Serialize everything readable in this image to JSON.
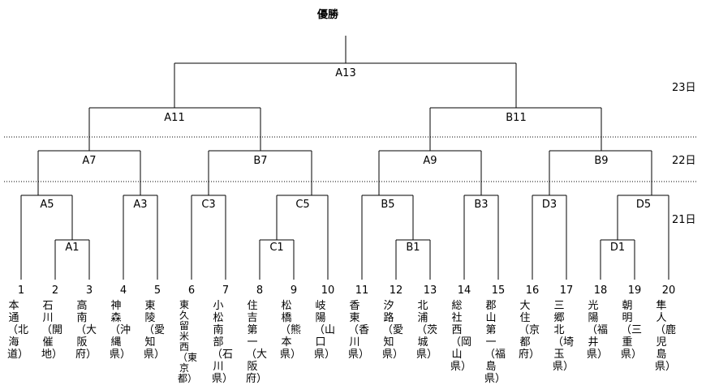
{
  "title": "優勝",
  "days": [
    "23日",
    "22日",
    "21日"
  ],
  "matches": {
    "final": "A13",
    "semi_left": "A11",
    "semi_right": "B11",
    "qf": [
      "A7",
      "B7",
      "A9",
      "B9"
    ],
    "r2": [
      "A5",
      "A3",
      "C3",
      "C5",
      "B5",
      "B3",
      "D3",
      "D5"
    ],
    "r1": [
      "A1",
      "C1",
      "B1",
      "D1"
    ]
  },
  "teams": [
    {
      "no": "1",
      "name": "本通（北海道）"
    },
    {
      "no": "2",
      "name": "石川（開催地）"
    },
    {
      "no": "3",
      "name": "高南（大阪府）"
    },
    {
      "no": "4",
      "name": "神森（沖縄県）"
    },
    {
      "no": "5",
      "name": "東陵（愛知県）"
    },
    {
      "no": "6",
      "name": "東久留米西（東京都）"
    },
    {
      "no": "7",
      "name": "小松南部（石川県）"
    },
    {
      "no": "8",
      "name": "住吉第一（大阪府）"
    },
    {
      "no": "9",
      "name": "松橋（熊本県）"
    },
    {
      "no": "10",
      "name": "岐陽（山口県）"
    },
    {
      "no": "11",
      "name": "香東（香川県）"
    },
    {
      "no": "12",
      "name": "汐路（愛知県）"
    },
    {
      "no": "13",
      "name": "北浦（茨城県）"
    },
    {
      "no": "14",
      "name": "総社西（岡山県）"
    },
    {
      "no": "15",
      "name": "郡山第一（福島県）"
    },
    {
      "no": "16",
      "name": "大住（京都府）"
    },
    {
      "no": "17",
      "name": "三郷北（埼玉県）"
    },
    {
      "no": "18",
      "name": "光陽（福井県）"
    },
    {
      "no": "19",
      "name": "朝明（三重県）"
    },
    {
      "no": "20",
      "name": "隼人（鹿児島県）"
    }
  ]
}
